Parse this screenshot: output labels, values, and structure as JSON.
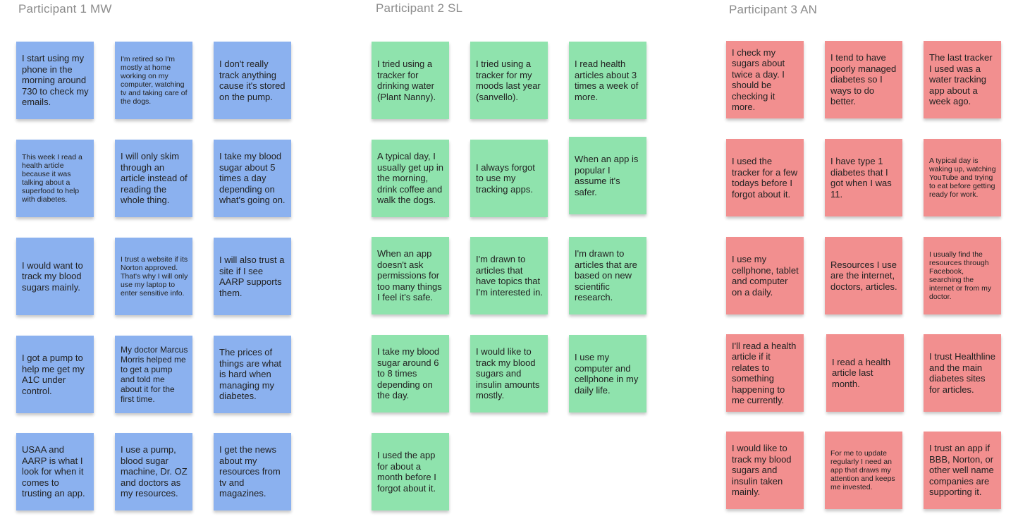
{
  "colors": {
    "p1": "#8bb1ef",
    "p2": "#8fe3ad",
    "p3": "#f28f8f",
    "title": "#8c8c8c"
  },
  "participants": [
    {
      "title": "Participant 1 MW",
      "notes": [
        "I start using my phone in the morning around 730 to check my emails.",
        "I'm retired so I'm mostly at home working on my computer, watching tv and taking care of the dogs.",
        "I don't really track anything cause it's stored on the pump.",
        "This week I read a health article because it was talking about a superfood to help with diabetes.",
        "I will only skim through an article instead of reading the whole thing.",
        "I take my blood sugar about 5 times a day depending on what's going on.",
        "I would want to track my blood sugars mainly.",
        "I trust a website if its Norton approved. That's why I will only use my laptop to enter sensitive info.",
        "I will also trust a site if I see AARP supports them.",
        "I got a pump to help me get my A1C under control.",
        "My doctor Marcus Morris helped me to get a pump and told me about it for the first time.",
        "The prices of things are what is hard when managing my diabetes.",
        "USAA and AARP is what I look for when it comes to trusting an app.",
        "I use a pump, blood sugar machine, Dr. OZ and doctors as my resources.",
        "I get the news about my resources from tv and magazines."
      ]
    },
    {
      "title": "Participant 2 SL",
      "notes": [
        "I tried using a tracker for drinking water (Plant Nanny).",
        "I tried using a tracker for my moods last year (sanvello).",
        "I read health articles about 3 times a week of more.",
        "A typical day, I usually get up in the morning, drink coffee and walk the dogs.",
        "I always forgot to use my tracking apps.",
        "When an app is popular I assume it's safer.",
        "When an app doesn't ask permissions for too many things I feel it's safe.",
        "I'm drawn to articles that have topics that I'm interested in.",
        "I'm drawn to articles that are based on new scientific research.",
        "I take my blood sugar around 6 to 8 times depending on the day.",
        "I would like to track my blood sugars and insulin amounts mostly.",
        "I use my computer and cellphone in my daily life.",
        "I used the app for about a month before I forgot about it."
      ]
    },
    {
      "title": "Participant 3 AN",
      "notes": [
        "I check my sugars about twice a day. I should be checking it more.",
        "I tend to have poorly managed diabetes so I ways to do better.",
        "The last tracker I used was a water tracking app about a week ago.",
        "I used the tracker for a few todays before I forgot about it.",
        "I have type 1 diabetes that I got when I was 11.",
        "A typical day is waking up, watching YouTube and trying to eat before getting ready for work.",
        "I use my cellphone, tablet and computer on a daily.",
        "Resources I use are the internet, doctors, articles.",
        "I usually find the resources through Facebook, searching the internet or from my doctor.",
        "I'll read a health  article if it relates to something happening to me currently.",
        "I read a health article last month.",
        "I trust Healthline and the main diabetes sites for articles.",
        "I would like to track my blood sugars and insulin taken mainly.",
        "For me to update regularly I need an app that draws my attention and keeps me invested.",
        "I trust an app if BBB, Norton, or other well name companies are supporting it."
      ]
    }
  ]
}
